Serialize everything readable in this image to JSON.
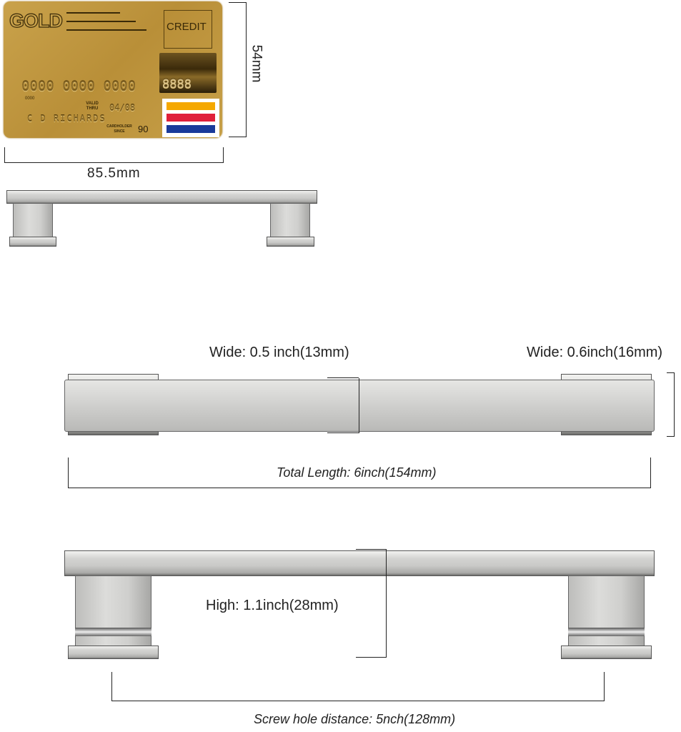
{
  "card": {
    "brand": "GOLD",
    "type": "CREDIT",
    "number": "0000 0000 0000",
    "chip_digits": "8888",
    "small_number": "0000",
    "valid_thru_label": "VALID THRU",
    "expiry": "04/08",
    "holder": "C D RICHARDS",
    "since_label": "CARDHOLDER SINCE",
    "since": "90",
    "stripe_colors": [
      "#f5a800",
      "#e0203a",
      "#1a3a9a"
    ]
  },
  "dimensions": {
    "card_height": "54mm",
    "card_width": "85.5mm",
    "wide_left": "Wide: 0.5 inch(13mm)",
    "wide_right": "Wide: 0.6inch(16mm)",
    "total_length": "Total Length: 6inch(154mm)",
    "height": "High: 1.1inch(28mm)",
    "screw_distance": "Screw hole distance: 5nch(128mm)"
  }
}
